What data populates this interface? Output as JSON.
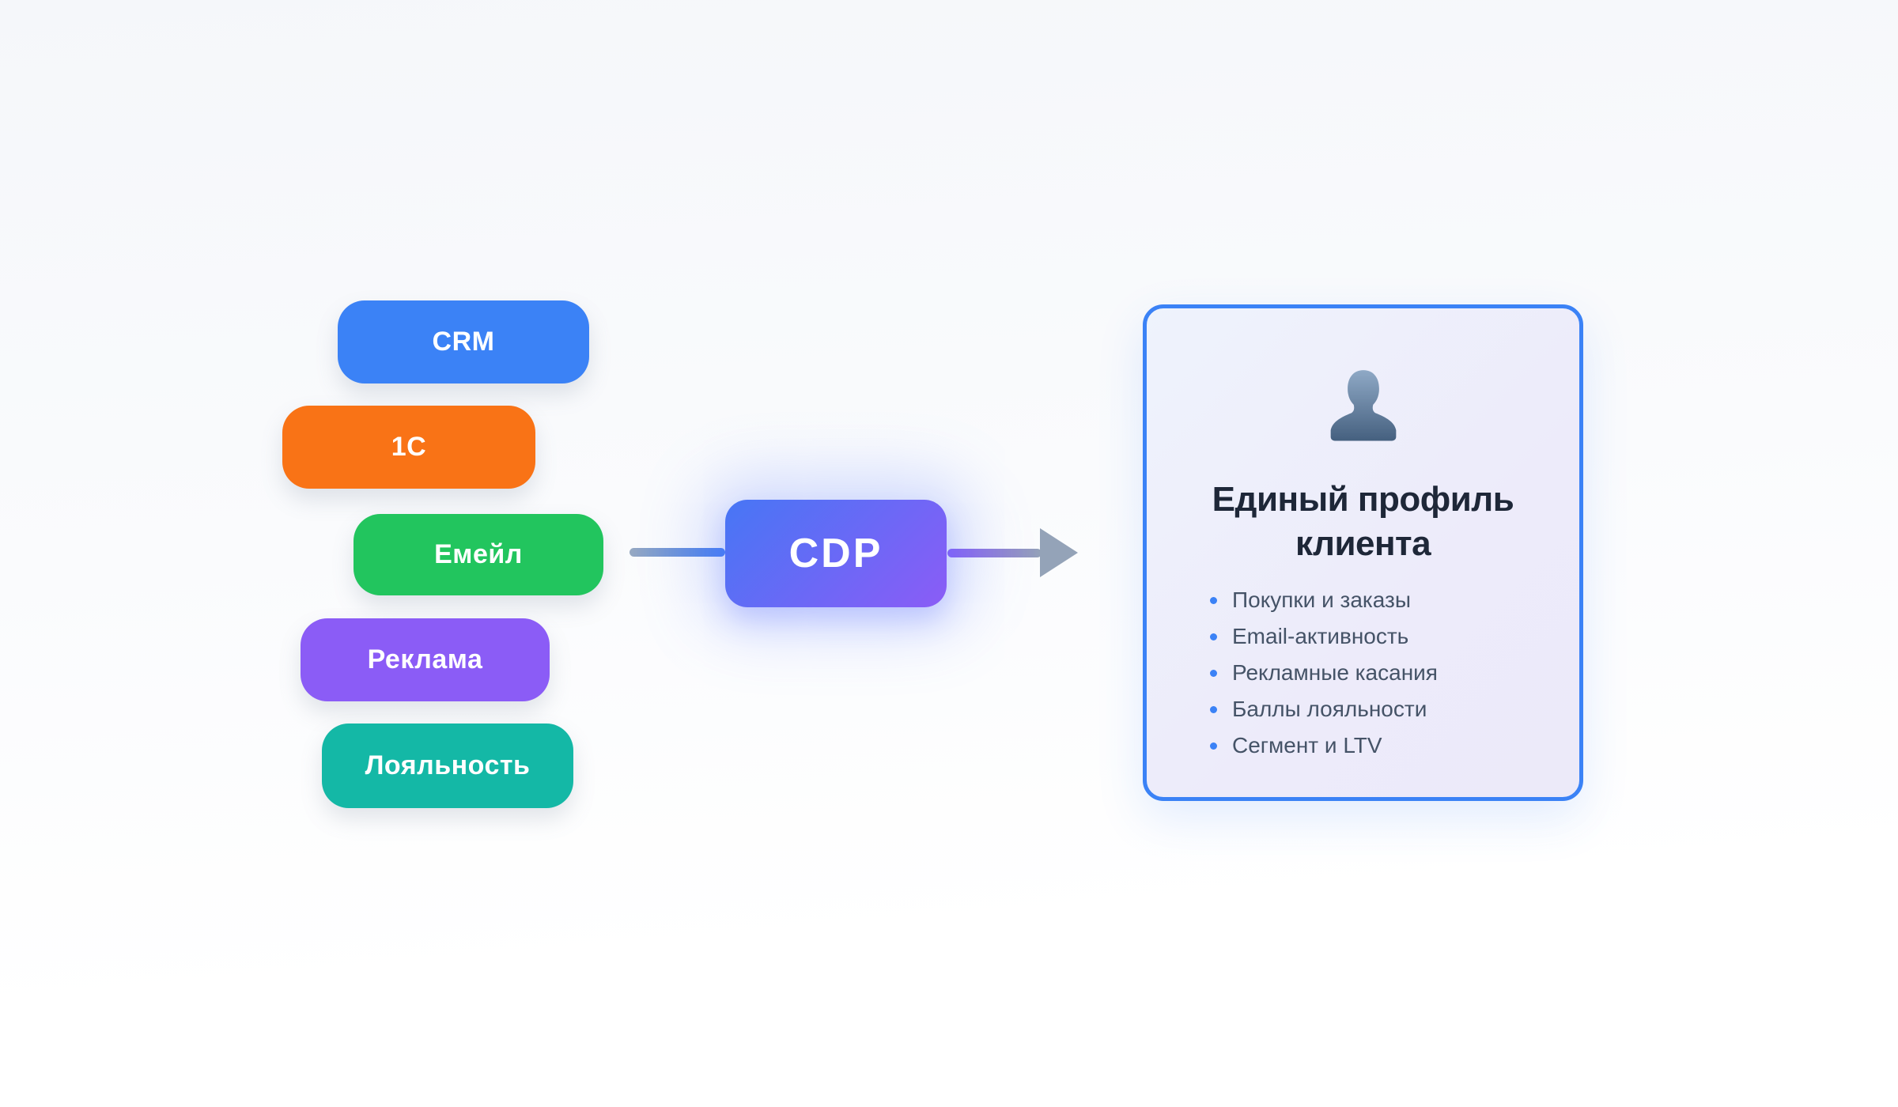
{
  "diagram": {
    "sources": [
      {
        "label": "CRM",
        "color": "#3b82f6"
      },
      {
        "label": "1С",
        "color": "#f97316"
      },
      {
        "label": "Емейл",
        "color": "#22c55e"
      },
      {
        "label": "Реклама",
        "color": "#8b5cf6"
      },
      {
        "label": "Лояльность",
        "color": "#14b8a6"
      }
    ],
    "processor": {
      "label": "CDP",
      "gradient_from": "#4776f5",
      "gradient_to": "#8b5cf6"
    },
    "connectors": {
      "in_gradient_from": "#97a9c2",
      "in_gradient_to": "#3f7cf2",
      "out_gradient_from": "#8b5cf6",
      "out_gradient_to": "#94a3b8",
      "arrow_color": "#94a3b8"
    },
    "profile_card": {
      "icon": "user-silhouette-icon",
      "title": "Единый профиль клиента",
      "items": [
        "Покупки и заказы",
        "Email-активность",
        "Рекламные касания",
        "Баллы лояльности",
        "Сегмент и LTV"
      ],
      "border_color": "#3b82f6",
      "bullet_color": "#3b82f6"
    }
  }
}
